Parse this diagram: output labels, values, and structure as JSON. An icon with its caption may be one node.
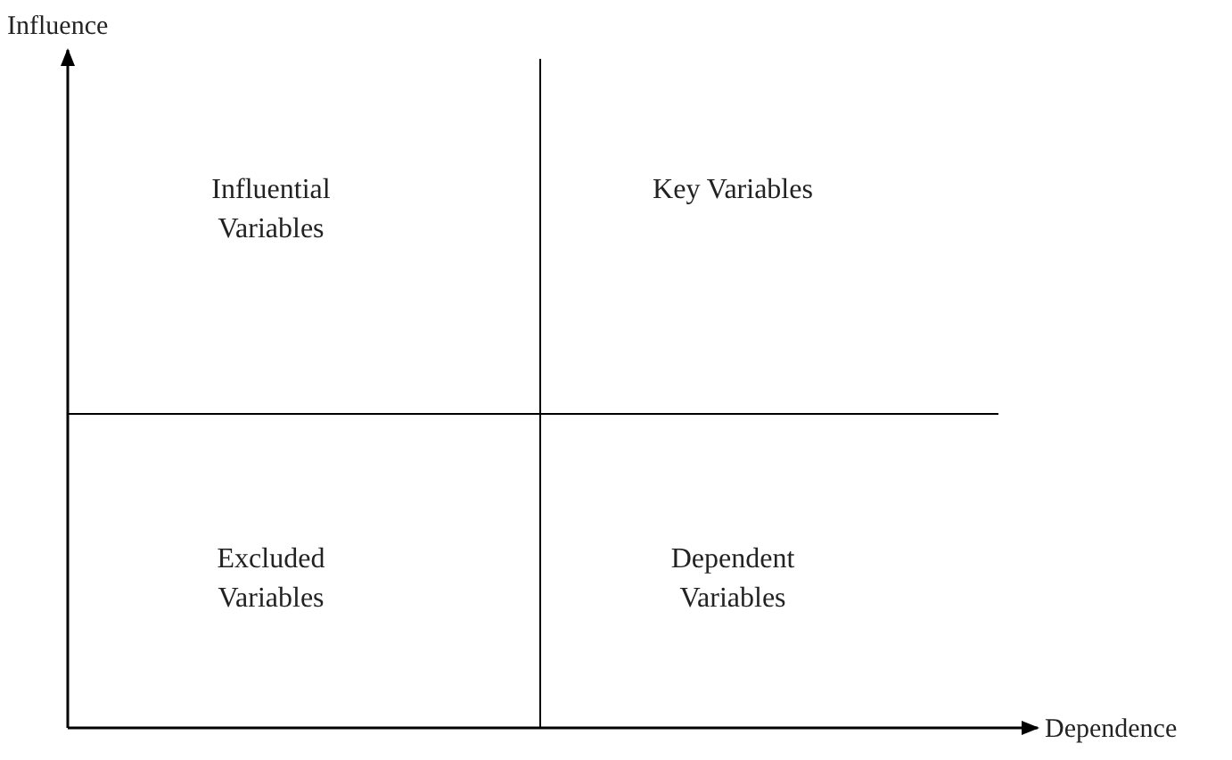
{
  "diagram": {
    "labels": [
      "Influence",
      "Dependence",
      "Influential Variables",
      "Key Variables",
      "Excluded Variables",
      "Dependent Variables"
    ]
  }
}
